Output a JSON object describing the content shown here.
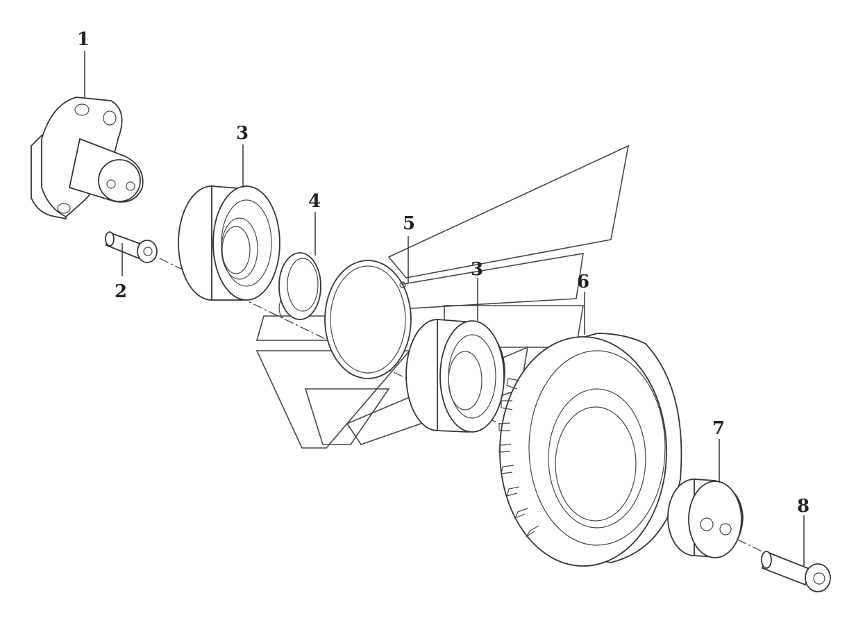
{
  "diagram": {
    "callouts": [
      {
        "id": "c1",
        "text": "1"
      },
      {
        "id": "c2",
        "text": "2"
      },
      {
        "id": "c3a",
        "text": "3"
      },
      {
        "id": "c4",
        "text": "4"
      },
      {
        "id": "c5",
        "text": "5"
      },
      {
        "id": "c3b",
        "text": "3"
      },
      {
        "id": "c6",
        "text": "6"
      },
      {
        "id": "c7",
        "text": "7"
      },
      {
        "id": "c8",
        "text": "8"
      }
    ]
  }
}
